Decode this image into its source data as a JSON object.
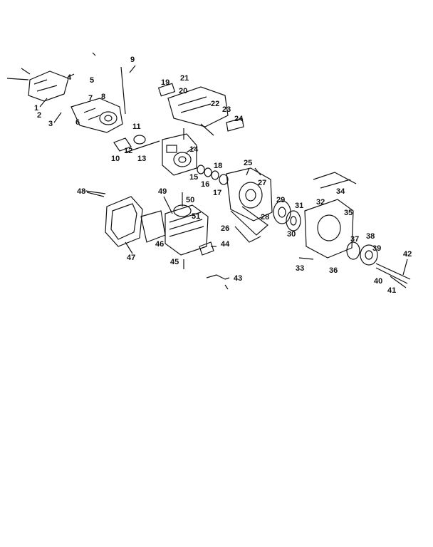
{
  "callouts": [
    {
      "id": "1",
      "text": "1"
    },
    {
      "id": "2",
      "text": "2"
    },
    {
      "id": "3",
      "text": "3"
    },
    {
      "id": "4",
      "text": "4"
    },
    {
      "id": "5",
      "text": "5"
    },
    {
      "id": "6",
      "text": "6"
    },
    {
      "id": "7",
      "text": "7"
    },
    {
      "id": "8",
      "text": "8"
    },
    {
      "id": "9",
      "text": "9"
    },
    {
      "id": "10",
      "text": "10"
    },
    {
      "id": "11",
      "text": "11"
    },
    {
      "id": "12",
      "text": "12"
    },
    {
      "id": "13",
      "text": "13"
    },
    {
      "id": "14",
      "text": "14"
    },
    {
      "id": "15",
      "text": "15"
    },
    {
      "id": "16",
      "text": "16"
    },
    {
      "id": "17",
      "text": "17"
    },
    {
      "id": "18",
      "text": "18"
    },
    {
      "id": "19",
      "text": "19"
    },
    {
      "id": "20",
      "text": "20"
    },
    {
      "id": "21",
      "text": "21"
    },
    {
      "id": "22",
      "text": "22"
    },
    {
      "id": "23",
      "text": "23"
    },
    {
      "id": "24",
      "text": "24"
    },
    {
      "id": "25",
      "text": "25"
    },
    {
      "id": "26",
      "text": "26"
    },
    {
      "id": "27",
      "text": "27"
    },
    {
      "id": "28",
      "text": "28"
    },
    {
      "id": "29",
      "text": "29"
    },
    {
      "id": "30",
      "text": "30"
    },
    {
      "id": "31",
      "text": "31"
    },
    {
      "id": "32",
      "text": "32"
    },
    {
      "id": "33",
      "text": "33"
    },
    {
      "id": "34",
      "text": "34"
    },
    {
      "id": "35",
      "text": "35"
    },
    {
      "id": "36",
      "text": "36"
    },
    {
      "id": "37",
      "text": "37"
    },
    {
      "id": "38",
      "text": "38"
    },
    {
      "id": "39",
      "text": "39"
    },
    {
      "id": "40",
      "text": "40"
    },
    {
      "id": "41",
      "text": "41"
    },
    {
      "id": "42",
      "text": "42"
    },
    {
      "id": "43",
      "text": "43"
    },
    {
      "id": "44",
      "text": "44"
    },
    {
      "id": "45",
      "text": "45"
    },
    {
      "id": "46",
      "text": "46"
    },
    {
      "id": "47",
      "text": "47"
    },
    {
      "id": "48",
      "text": "48"
    },
    {
      "id": "49",
      "text": "49"
    },
    {
      "id": "50",
      "text": "50"
    },
    {
      "id": "51",
      "text": "51"
    }
  ]
}
